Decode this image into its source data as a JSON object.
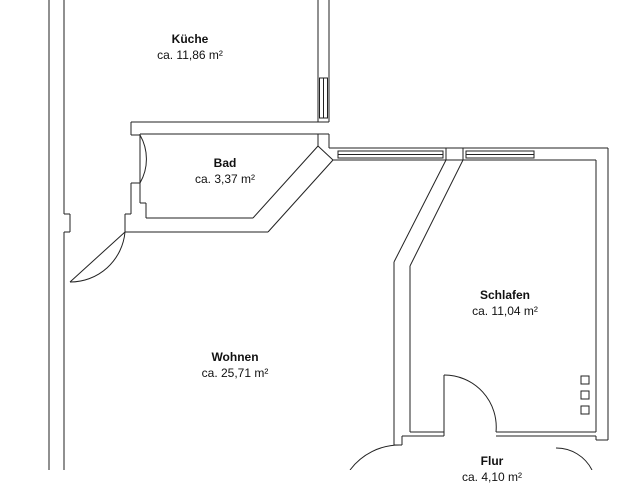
{
  "rooms": {
    "kueche": {
      "name": "Küche",
      "area": "ca. 11,86 m²"
    },
    "bad": {
      "name": "Bad",
      "area": "ca. 3,37 m²"
    },
    "wohnen": {
      "name": "Wohnen",
      "area": "ca. 25,71 m²"
    },
    "schlafen": {
      "name": "Schlafen",
      "area": "ca. 11,04 m²"
    },
    "flur": {
      "name": "Flur",
      "area": "ca. 4,10 m²"
    }
  },
  "colors": {
    "wall": "#222222",
    "background": "#ffffff"
  }
}
